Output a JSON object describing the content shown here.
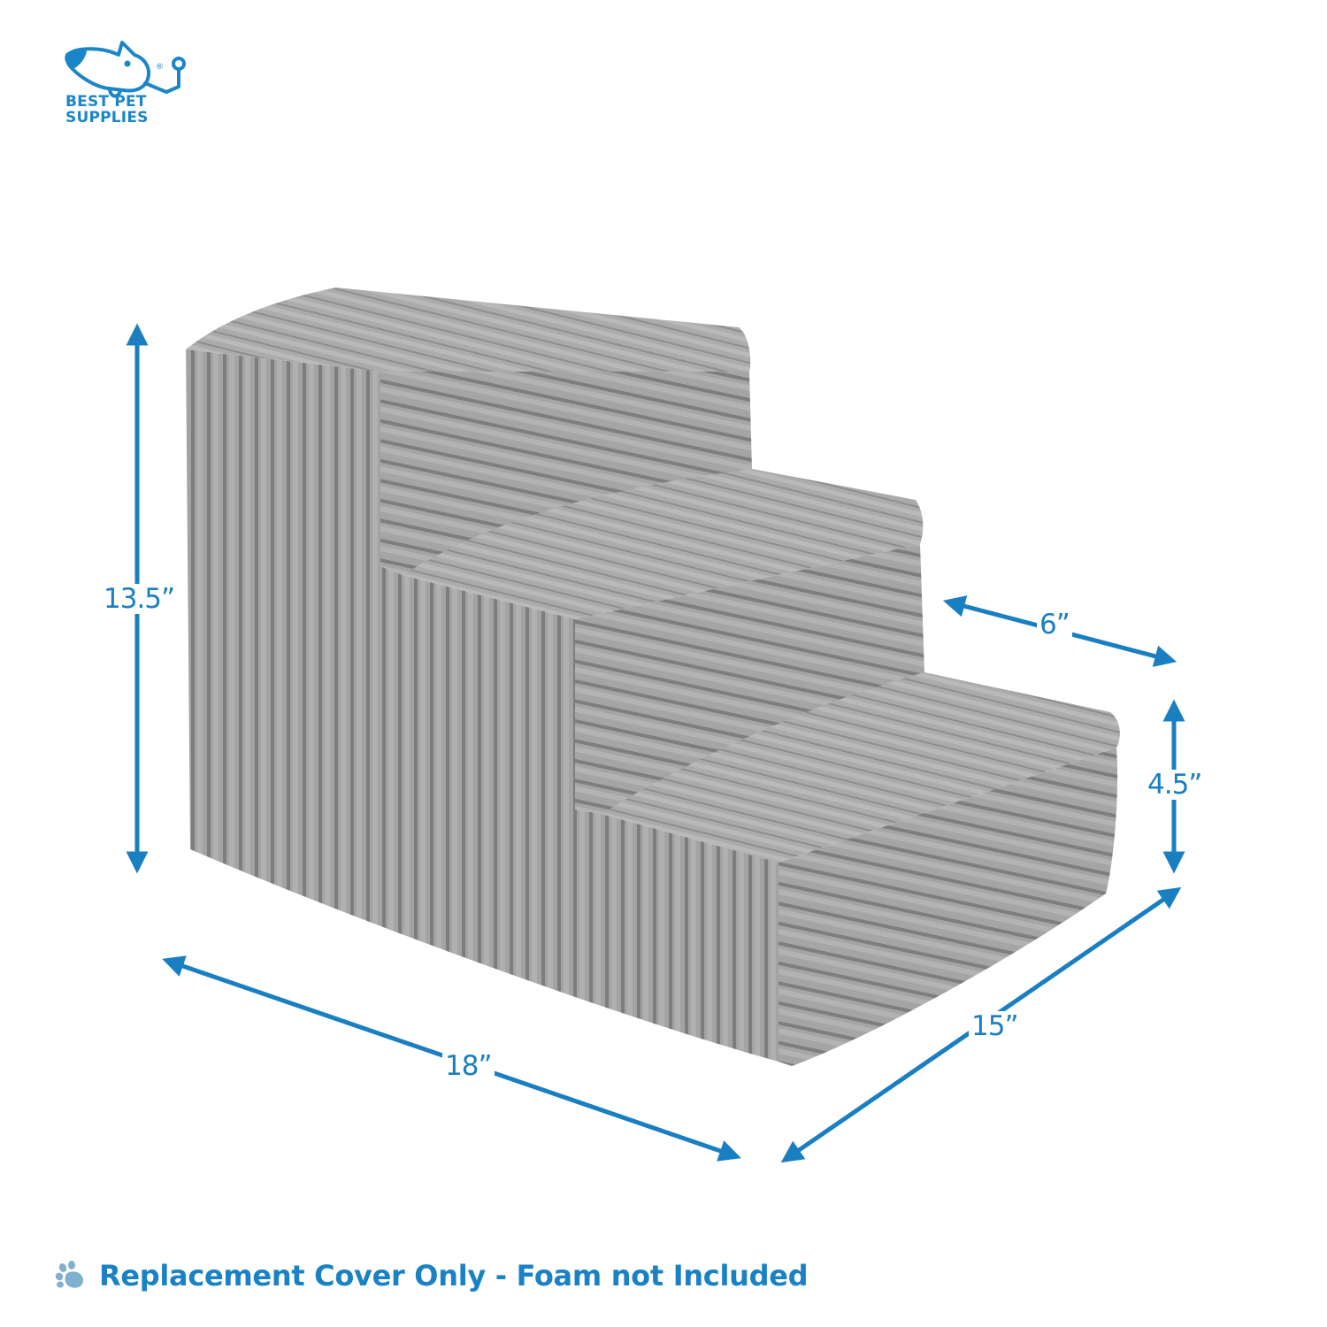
{
  "brand": {
    "logo_icon": "dog-face-icon",
    "line1": "BEST PET",
    "line2": "SUPPLIES",
    "registered_mark": "®",
    "color": "#1a86c8"
  },
  "product": {
    "name": "3-step pet stairs cover",
    "material_color": "#9a9a9a",
    "dimensions": {
      "height_total": "13.5”",
      "step_depth": "6”",
      "step_height": "4.5”",
      "depth": "15”",
      "width": "18”"
    }
  },
  "arrows": {
    "color": "#1a7fc1"
  },
  "footer": {
    "icon": "paw-icon",
    "icon_color": "#7fb0cf",
    "text": "Replacement Cover Only - Foam not Included",
    "text_color": "#1a82c4"
  }
}
